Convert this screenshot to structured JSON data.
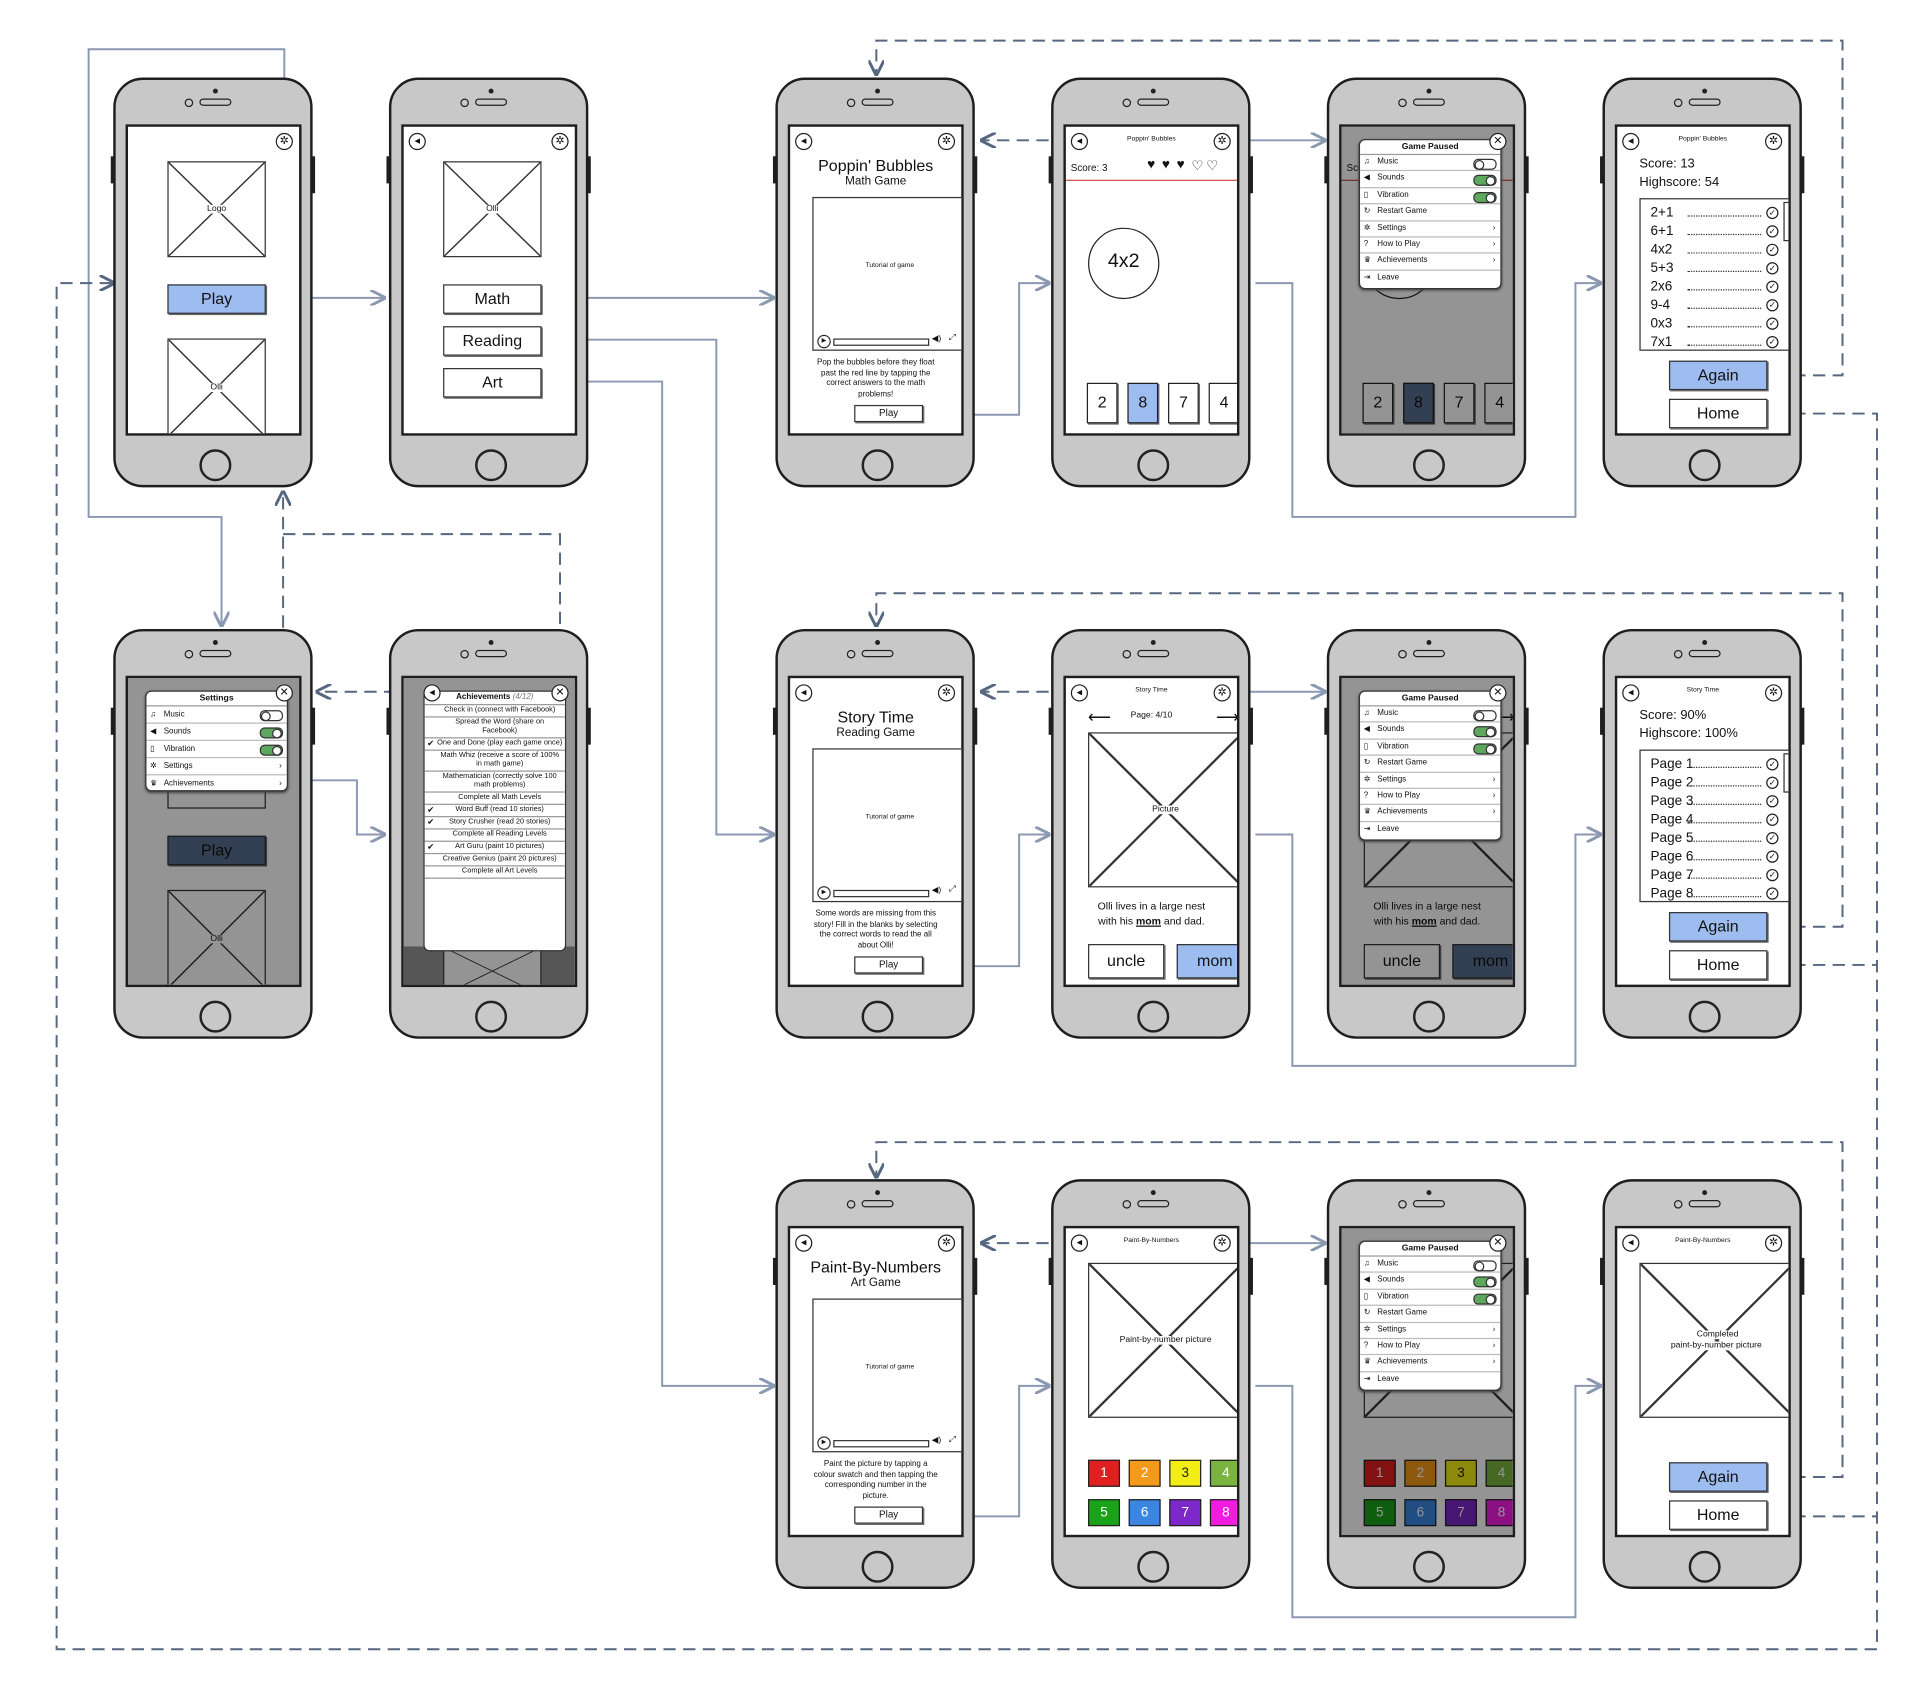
{
  "colors": {
    "accent": "#9dbcf0",
    "accent_pressed": "#596d8d",
    "arrow_solid": "#8b98b2",
    "arrow_dashed": "#56677f",
    "toggle_on": "#5ea85e",
    "red_line": "#d44a4a"
  },
  "home": {
    "logo_label": "Logo",
    "play_label": "Play",
    "mascot_label": "Olli"
  },
  "game_select": {
    "mascot_label": "Olli",
    "math_label": "Math",
    "reading_label": "Reading",
    "art_label": "Art"
  },
  "settings": {
    "title": "Settings",
    "items": [
      {
        "label": "Music",
        "icon": "music-icon"
      },
      {
        "label": "Sounds",
        "icon": "speaker-icon"
      },
      {
        "label": "Vibration",
        "icon": "vibration-icon"
      },
      {
        "label": "Settings",
        "icon": "gear-icon"
      },
      {
        "label": "Achievements",
        "icon": "trophy-icon"
      }
    ],
    "play_label": "Play",
    "mascot_label": "Olli"
  },
  "achievements": {
    "title": "Achievements",
    "count": "(4/12)",
    "items": [
      {
        "text": "Check in (connect with Facebook)",
        "done": false
      },
      {
        "text": "Spread the Word (share on Facebook)",
        "done": false
      },
      {
        "text": "One and Done (play each game once)",
        "done": true
      },
      {
        "text": "Math Whiz (receive a score of 100% in math game)",
        "done": false
      },
      {
        "text": "Mathematician (correctly solve 100 math problems)",
        "done": false
      },
      {
        "text": "Complete all Math Levels",
        "done": false
      },
      {
        "text": "Word Buff (read 10 stories)",
        "done": true
      },
      {
        "text": "Story Crusher (read 20 stories)",
        "done": true
      },
      {
        "text": "Complete all Reading Levels",
        "done": false
      },
      {
        "text": "Art Guru (paint 10 pictures)",
        "done": true
      },
      {
        "text": "Creative Genius (paint 20 pictures)",
        "done": false
      },
      {
        "text": "Complete all Art Levels",
        "done": false
      }
    ]
  },
  "math": {
    "intro": {
      "title": "Poppin' Bubbles",
      "subtitle": "Math Game",
      "video_label": "Tutorial of game",
      "desc": "Pop the bubbles before they float past the red line by tapping the correct answers to the math problems!",
      "play_label": "Play"
    },
    "game": {
      "header": "Poppin' Bubbles",
      "score": "Score: 3",
      "hearts_full": 3,
      "hearts_total": 5,
      "problem": "4x2",
      "answers": [
        "2",
        "8",
        "7",
        "4"
      ],
      "selected": 1
    },
    "pause": {
      "title": "Game Paused",
      "items": [
        "Music",
        "Sounds",
        "Vibration",
        "Restart Game",
        "Settings",
        "How to Play",
        "Achievements",
        "Leave"
      ]
    },
    "results": {
      "header": "Poppin' Bubbles",
      "score": "Score: 13",
      "highscore": "Highscore: 54",
      "rows": [
        "2+1",
        "6+1",
        "4x2",
        "5+3",
        "2x6",
        "9-4",
        "0x3",
        "7x1"
      ],
      "again": "Again",
      "home": "Home"
    }
  },
  "reading": {
    "intro": {
      "title": "Story Time",
      "subtitle": "Reading Game",
      "video_label": "Tutorial of game",
      "desc": "Some words are missing from this story! Fill in the blanks by selecting the correct words to read the all about Olli!",
      "play_label": "Play"
    },
    "game": {
      "header": "Story Time",
      "page": "Page: 4/10",
      "picture_label": "Picture",
      "story_a": "Olli lives in a large nest",
      "story_b1": "with his",
      "story_word": "mom",
      "story_b2": "and dad.",
      "choices": [
        "uncle",
        "mom"
      ],
      "selected": 1
    },
    "pause": {
      "title": "Game Paused",
      "items": [
        "Music",
        "Sounds",
        "Vibration",
        "Restart Game",
        "Settings",
        "How to Play",
        "Achievements",
        "Leave"
      ]
    },
    "results": {
      "header": "Story Time",
      "score": "Score: 90%",
      "highscore": "Highscore: 100%",
      "rows": [
        "Page 1",
        "Page 2",
        "Page 3",
        "Page 4",
        "Page 5",
        "Page 6",
        "Page 7",
        "Page 8"
      ],
      "again": "Again",
      "home": "Home"
    }
  },
  "art": {
    "intro": {
      "title": "Paint-By-Numbers",
      "subtitle": "Art Game",
      "video_label": "Tutorial of game",
      "desc": "Paint the picture by tapping a colour swatch and then tapping the corresponding number in the picture.",
      "play_label": "Play"
    },
    "game": {
      "header": "Paint-By-Numbers",
      "picture_label": "Paint-by-number picture",
      "swatches": [
        {
          "n": "1",
          "color": "#e02020"
        },
        {
          "n": "2",
          "color": "#f39a1b"
        },
        {
          "n": "3",
          "color": "#f2ee15"
        },
        {
          "n": "4",
          "color": "#7ab33f"
        },
        {
          "n": "5",
          "color": "#1aa31a"
        },
        {
          "n": "6",
          "color": "#3a86e0"
        },
        {
          "n": "7",
          "color": "#7d28c8"
        },
        {
          "n": "8",
          "color": "#f21ce0"
        }
      ]
    },
    "pause": {
      "title": "Game Paused",
      "items": [
        "Music",
        "Sounds",
        "Vibration",
        "Restart Game",
        "Settings",
        "How to Play",
        "Achievements",
        "Leave"
      ]
    },
    "results": {
      "header": "Paint-By-Numbers",
      "picture_label_a": "Completed",
      "picture_label_b": "paint-by-number picture",
      "again": "Again",
      "home": "Home"
    }
  }
}
